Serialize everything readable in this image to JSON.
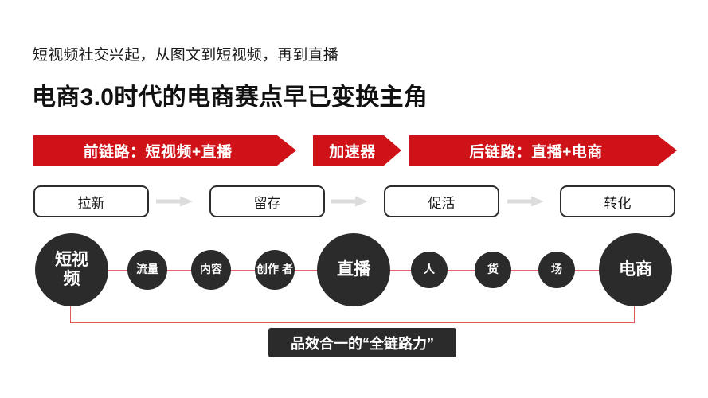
{
  "slide": {
    "subtitle": "短视频社交兴起，从图文到短视频，再到直播",
    "title": "电商3.0时代的电商赛点早已变换主角"
  },
  "banners": [
    {
      "label": "前链路：短视频+直播"
    },
    {
      "label": "加速器"
    },
    {
      "label": "后链路：直播+电商"
    }
  ],
  "stages": [
    {
      "label": "拉新"
    },
    {
      "label": "留存"
    },
    {
      "label": "促活"
    },
    {
      "label": "转化"
    }
  ],
  "nodes": [
    {
      "label_line1": "短视",
      "label_line2": "频",
      "size": "big"
    },
    {
      "label_line1": "流量",
      "label_line2": "",
      "size": "mid"
    },
    {
      "label_line1": "内容",
      "label_line2": "",
      "size": "mid"
    },
    {
      "label_line1": "创作",
      "label_line2": "者",
      "size": "mid"
    },
    {
      "label_line1": "直播",
      "label_line2": "",
      "size": "big"
    },
    {
      "label_line1": "人",
      "label_line2": "",
      "size": "sm"
    },
    {
      "label_line1": "货",
      "label_line2": "",
      "size": "sm"
    },
    {
      "label_line1": "场",
      "label_line2": "",
      "size": "sm"
    },
    {
      "label_line1": "电商",
      "label_line2": "",
      "size": "big"
    }
  ],
  "bottom": {
    "label": "品效合一的“全链路力”"
  },
  "colors": {
    "banner_red": "#CE1217",
    "node_dark": "#2B2B2B",
    "link_pink": "#E8637A",
    "bracket_red": "#E05A5A",
    "arrow_gray": "#DCDCDC",
    "background": "#FFFFFF"
  }
}
